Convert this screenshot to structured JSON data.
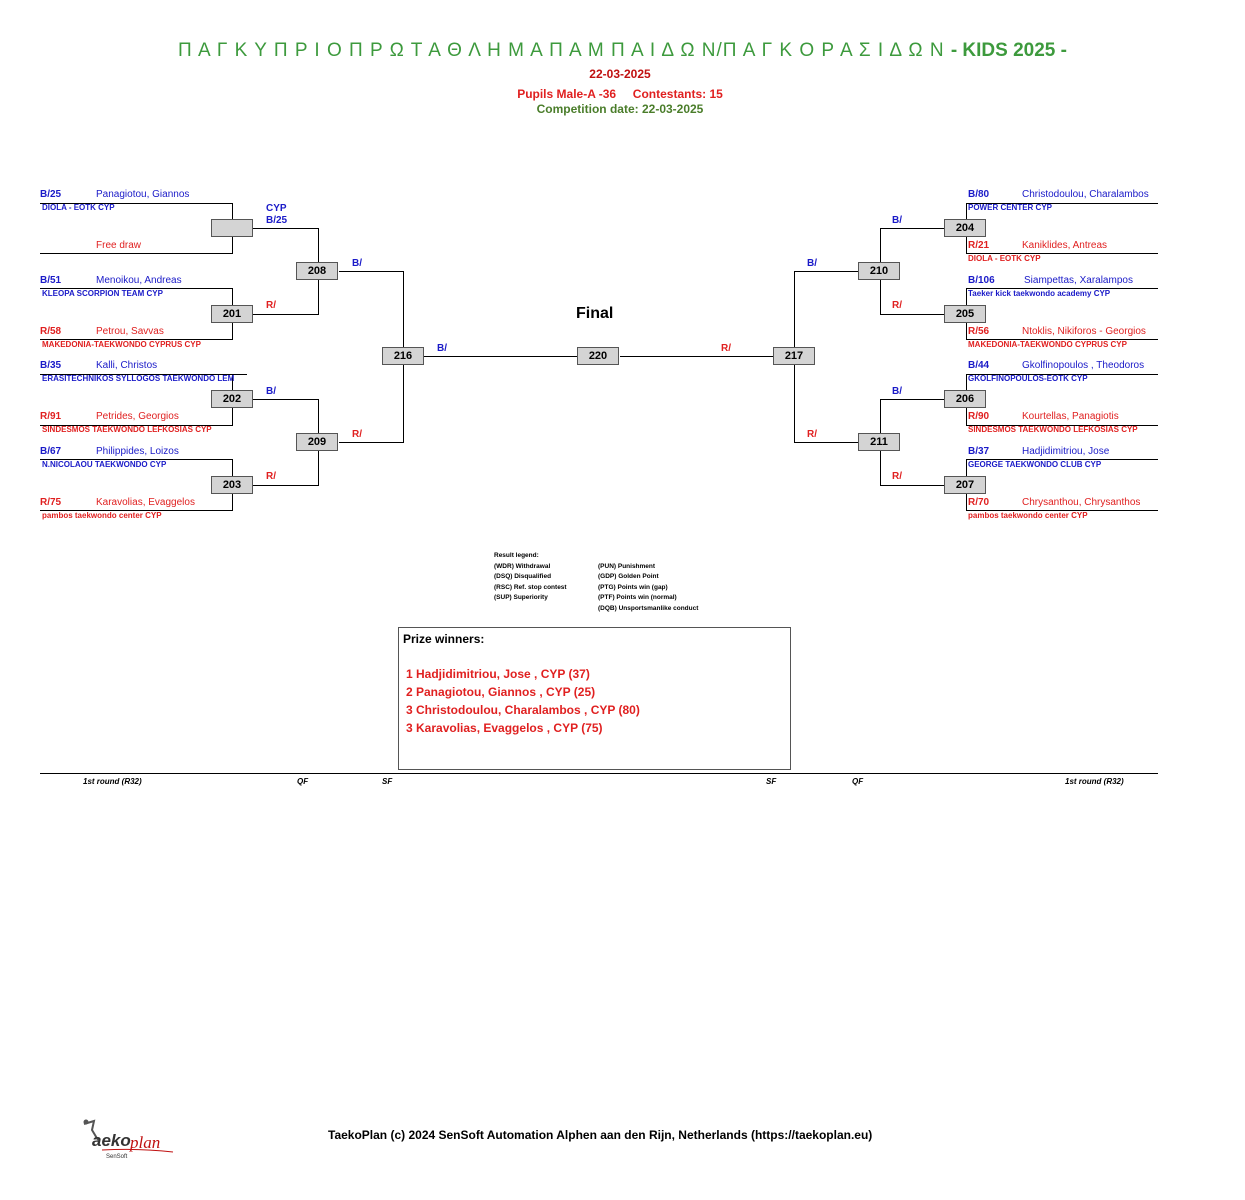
{
  "header": {
    "title_main": "Π Α Γ Κ Υ Π Ρ Ι Ο  Π Ρ Ω Τ Α Θ Λ Η Μ Α  Π Α Μ Π Α Ι Δ Ω Ν/Π Α Γ Κ Ο Ρ Α Σ Ι Δ Ω Ν",
    "title_suffix": "- KIDS 2025 -",
    "date": "22-03-2025",
    "category": "Pupils Male-A -36",
    "contestants": "Contestants: 15",
    "competition_date": "Competition date: 22-03-2025"
  },
  "competitors": {
    "left": [
      {
        "seed": "B/25",
        "name": "Panagiotou, Giannos",
        "club": "DIOLA - EOTK CYP",
        "color": "blue"
      },
      {
        "seed": "",
        "name": "Free draw",
        "club": "",
        "color": "red"
      },
      {
        "seed": "B/51",
        "name": "Menoikou, Andreas",
        "club": "KLEOPA SCORPION TEAM CYP",
        "color": "blue"
      },
      {
        "seed": "R/58",
        "name": "Petrou, Savvas",
        "club": "MAKEDONIA-TAEKWONDO  CYPRUS CYP",
        "color": "red"
      },
      {
        "seed": "B/35",
        "name": "Kalli, Christos",
        "club": "ERASITECHNIKOS SYLLOGOS TAEKWONDO LEM",
        "color": "blue"
      },
      {
        "seed": "R/91",
        "name": "Petrides, Georgios",
        "club": "SINDESMOS TAEKWONDO LEFKOSIAS CYP",
        "color": "red"
      },
      {
        "seed": "B/67",
        "name": "Philippides, Loizos",
        "club": "N.NICOLAOU TAEKWONDO CYP",
        "color": "blue"
      },
      {
        "seed": "R/75",
        "name": "Karavolias, Evaggelos",
        "club": "pambos taekwondo center CYP",
        "color": "red"
      }
    ],
    "right": [
      {
        "seed": "B/80",
        "name": "Christodoulou, Charalambos",
        "club": "POWER CENTER CYP",
        "color": "blue"
      },
      {
        "seed": "R/21",
        "name": "Kaniklides, Antreas",
        "club": "DIOLA - EOTK CYP",
        "color": "red"
      },
      {
        "seed": "B/106",
        "name": "Siampettas,  Xaralampos",
        "club": "Taeker kick  taekwondo academy  CYP",
        "color": "blue"
      },
      {
        "seed": "R/56",
        "name": "Ntoklis, Nikiforos - Georgios",
        "club": "MAKEDONIA-TAEKWONDO  CYPRUS CYP",
        "color": "red"
      },
      {
        "seed": "B/44",
        "name": "Gkolfinopoulos , Theodoros",
        "club": "GKOLFINOPOULOS-EOTK CYP",
        "color": "blue"
      },
      {
        "seed": "R/90",
        "name": "Kourtellas, Panagiotis",
        "club": "SINDESMOS TAEKWONDO LEFKOSIAS CYP",
        "color": "red"
      },
      {
        "seed": "B/37",
        "name": "Hadjidimitriou, Jose",
        "club": "GEORGE TAEKWONDO CLUB CYP",
        "color": "blue"
      },
      {
        "seed": "R/70",
        "name": "Chrysanthou, Chrysanthos",
        "club": "pambos taekwondo center CYP",
        "color": "red"
      }
    ]
  },
  "matches": {
    "bye": "",
    "m201": "201",
    "m202": "202",
    "m203": "203",
    "m204": "204",
    "m205": "205",
    "m206": "206",
    "m207": "207",
    "m208": "208",
    "m209": "209",
    "m210": "210",
    "m211": "211",
    "m216": "216",
    "m217": "217",
    "m220": "220"
  },
  "advance": {
    "bye_country": "CYP",
    "bye_seed": "B/25"
  },
  "corner_labels": {
    "blue": "B/",
    "red": "R/"
  },
  "final_label": "Final",
  "legend": {
    "title": "Result legend:",
    "left": [
      "(WDR) Withdrawal",
      "(DSQ) Disqualified",
      "(RSC) Ref. stop contest",
      "(SUP) Superiority"
    ],
    "right": [
      "(PUN) Punishment",
      "(GDP) Golden Point",
      "(PTG) Points win (gap)",
      "(PTF) Points win (normal)",
      "(DQB) Unsportsmanlike conduct"
    ]
  },
  "prize": {
    "heading": "Prize winners:",
    "winners": [
      "1 Hadjidimitriou, Jose , CYP (37)",
      "2 Panagiotou, Giannos , CYP (25)",
      "3 Christodoulou, Charalambos , CYP (80)",
      "3 Karavolias, Evaggelos , CYP (75)"
    ]
  },
  "rounds": {
    "r32_left": "1st round (R32)",
    "qf_left": "QF",
    "sf_left": "SF",
    "sf_right": "SF",
    "qf_right": "QF",
    "r32_right": "1st round (R32)"
  },
  "footer": {
    "text": "TaekoPlan (c) 2024 SenSoft Automation Alphen aan den Rijn, Netherlands (https://taekoplan.eu)",
    "logo_text": "Taekoplan",
    "logo_sub": "SenSoft"
  },
  "colors": {
    "title_green": "#3d9a3d",
    "blue": "#1a1ac8",
    "red": "#e02020",
    "box_fill": "#d4d4d4"
  }
}
